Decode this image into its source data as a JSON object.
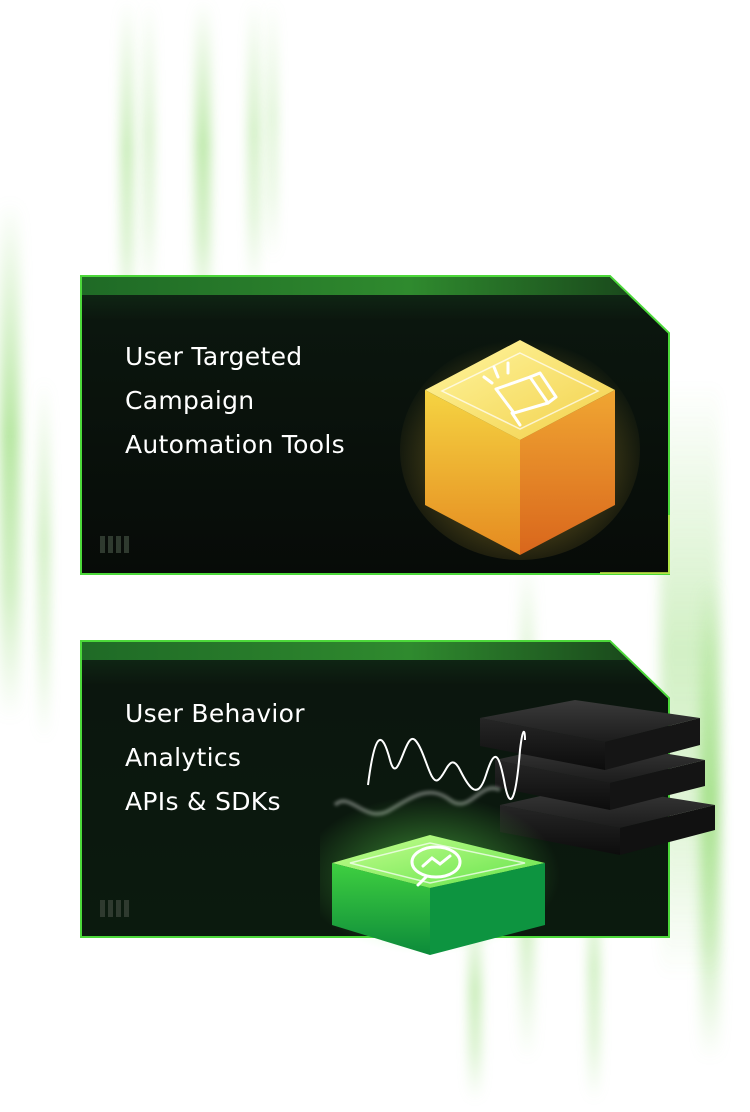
{
  "cards": [
    {
      "title_lines": [
        "User Targeted",
        "Campaign",
        "Automation Tools"
      ],
      "icon": "megaphone-cube-icon",
      "accent": "#f2b632"
    },
    {
      "title_lines": [
        "User Behavior",
        "Analytics",
        "APIs & SDKs"
      ],
      "icon": "analytics-chip-icon",
      "accent": "#44d94a"
    }
  ],
  "colors": {
    "frame_green": "#4cd83a",
    "card_bg": "#0b130d",
    "background": "#ffffff"
  }
}
